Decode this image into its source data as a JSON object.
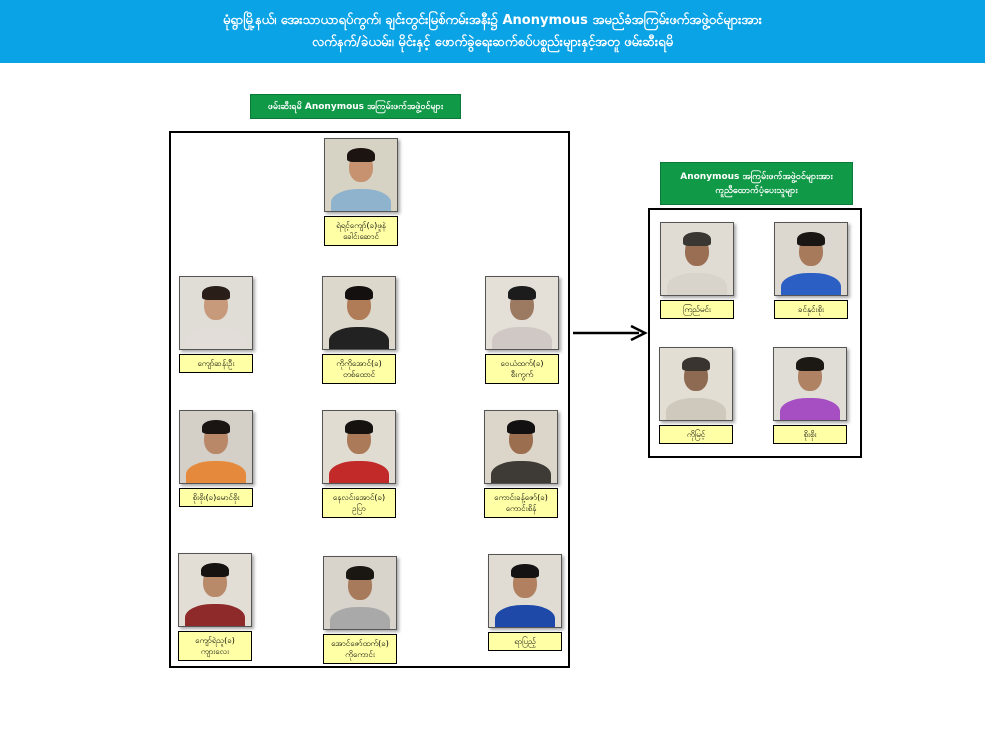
{
  "header": {
    "line1": "မုံရွာမြို့နယ်၊ အေးသာယာရပ်ကွက်၊ ချင်းတွင်းမြစ်ကမ်းအနီး၌ Anonymous အမည်ခံအကြမ်းဖက်အဖွဲ့ဝင်များအား",
    "line2": "လက်နက်/ခဲယမ်း၊ မိုင်းနှင့် ဖောက်ခွဲရေးဆက်စပ်ပစ္စည်းများနှင့်အတူ ဖမ်းဆီးရမိ"
  },
  "arrested_group": {
    "title": "ဖမ်းဆီးရမိ Anonymous အကြမ်းဖက်အဖွဲ့ဝင်များ",
    "members": [
      {
        "name": "ရဲရင့်ကျော်(ခ)ဖူနဲ\nခေါင်းဆောင်",
        "skin": "#c69270",
        "hair": "#1b1410",
        "shirt": "#8fb3cc",
        "bg": "#d6d2c4"
      },
      {
        "name": "ကျော်ဆန်းဦး",
        "skin": "#c89a7c",
        "hair": "#2a1f18",
        "shirt": "#e2ddd8",
        "bg": "#e0ddd6"
      },
      {
        "name": "ကိုကိုအောင်(ခ)\nတစ်ထောင်",
        "skin": "#b07c58",
        "hair": "#141010",
        "shirt": "#222222",
        "bg": "#ddd8cc"
      },
      {
        "name": "ဝေယံထက်(ခ)\nစီးကွက်",
        "skin": "#9c7a62",
        "hair": "#1c1c1c",
        "shirt": "#cfc8c4",
        "bg": "#e4e0d8"
      },
      {
        "name": "စိုးစိုး(ခ)မောင်စိုး",
        "skin": "#b88868",
        "hair": "#1a1512",
        "shirt": "#e58a3c",
        "bg": "#d4d0c8"
      },
      {
        "name": "နေလင်းအောင်(ခ)\nဥပြာ",
        "skin": "#ab7a58",
        "hair": "#161210",
        "shirt": "#c22a2a",
        "bg": "#e0dcd2"
      },
      {
        "name": "ကောင်းခန့်ဇော်(ခ)\nကောင်းစိန်",
        "skin": "#9c6e50",
        "hair": "#121010",
        "shirt": "#3e3a36",
        "bg": "#dcd6ca"
      },
      {
        "name": "ကျော်ရဲသူ(ခ)\nကျားလေး",
        "skin": "#b88a6a",
        "hair": "#161210",
        "shirt": "#8e2a2a",
        "bg": "#e2ded6"
      },
      {
        "name": "အောင်ဇော်ထက်(ခ)\nကိုကောင်း",
        "skin": "#a67a5a",
        "hair": "#1a1612",
        "shirt": "#a9a9a9",
        "bg": "#d8d4cc"
      },
      {
        "name": "ရာပြည့်",
        "skin": "#b08060",
        "hair": "#141212",
        "shirt": "#1f49a8",
        "bg": "#e0dcd4"
      }
    ]
  },
  "helpers_group": {
    "title_line1": "Anonymous အကြမ်းဖက်အဖွဲ့ဝင်များအား",
    "title_line2": "ကူညီထောက်ပံ့ပေးသူများ",
    "members": [
      {
        "name": "ကြည်မင်း",
        "skin": "#9a6e52",
        "hair": "#3a3632",
        "shirt": "#d8d4cc",
        "bg": "#e0dcd4"
      },
      {
        "name": "ခင်နှင်းစိုး",
        "skin": "#a87a5c",
        "hair": "#1a1614",
        "shirt": "#2b5fc4",
        "bg": "#dcd8d0"
      },
      {
        "name": "ကိုမြင့်",
        "skin": "#8e6a52",
        "hair": "#3a3430",
        "shirt": "#cfc8bc",
        "bg": "#e2ded4"
      },
      {
        "name": "စိုးစိုး",
        "skin": "#b08264",
        "hair": "#1c1814",
        "shirt": "#a54fc2",
        "bg": "#e0dcd6"
      }
    ]
  }
}
